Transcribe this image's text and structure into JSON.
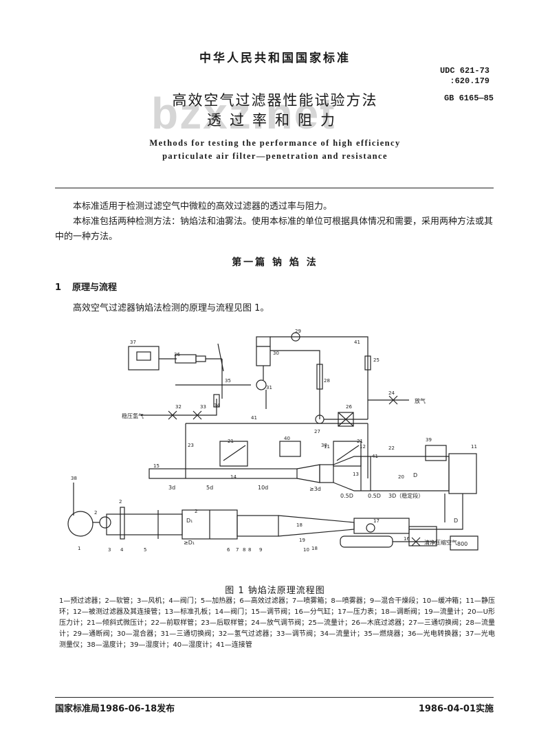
{
  "header": {
    "standard": "中华人民共和国国家标准",
    "udc_line1": "UDC 621-73",
    "udc_line2": ":620.179",
    "gb_number": "GB 6165—85",
    "title_line1": "高效空气过滤器性能试验方法",
    "title_line2": "透过率和阻力",
    "english_line1": "Methods for testing the performance of high efficiency",
    "english_line2": "particulate air filter—penetration and resistance",
    "watermark": "bzxz.net"
  },
  "intro": {
    "p1": "本标准适用于检测过滤空气中微粒的高效过滤器的透过率与阻力。",
    "p2": "本标准包括两种检测方法：钠焰法和油雾法。使用本标准的单位可根据具体情况和需要，采用两种方法或其中的一种方法。"
  },
  "part_title": "第一篇  钠 焰 法",
  "section1": {
    "num": "1",
    "title": "原理与流程",
    "text": "高效空气过滤器钠焰法检测的原理与流程见图 1。"
  },
  "figure": {
    "labels": {
      "hydrogen": "稳压氢气",
      "exhaust": "放气",
      "clean_air": "清净压缩空气",
      "dim_800": "800",
      "d3": "3d",
      "d5": "5d",
      "d10": "10d",
      "d3b": "≥3d",
      "D05a": "0.5D",
      "D05b": "0.5D",
      "D3": "3D（稳定段）",
      "D_a": "D",
      "D_b": "D",
      "D1": "D₁",
      "D1b": "≥D₁"
    },
    "numbers": [
      "1",
      "2",
      "2",
      "2",
      "3",
      "4",
      "5",
      "6",
      "7",
      "8",
      "8",
      "9",
      "10",
      "11",
      "11",
      "12",
      "13",
      "14",
      "15",
      "16",
      "17",
      "18",
      "18",
      "19",
      "20",
      "21",
      "21",
      "22",
      "23",
      "24",
      "25",
      "26",
      "27",
      "28",
      "29",
      "30",
      "31",
      "32",
      "33",
      "34",
      "35",
      "36",
      "37",
      "38",
      "38",
      "39",
      "40",
      "41",
      "41",
      "41"
    ]
  },
  "caption": "图 1   钠焰法原理流程图",
  "legend": "1—预过滤器；2—软管；3—风机；4—阀门；5—加热器；6—高效过滤器；7—喷雾箱；8—喷雾器；9—混合干燥段；10—缓冲箱；11—静压环；12—被测过滤器及其连接管；13—标准孔板；14—阀门；15—调节阀；16—分气缸；17—压力表；18—调断阀；19—流量计；20—U形压力计；21—倾斜式微压计；22—前取样管；23—后取样管；24—放气调节阀；25—流量计；26—木底过滤器；27—三通切换阀；28—流量计；29—通断阀；30—混合器；31—三通切换阀；32—氢气过滤器；33—调节阀；34—流量计；35—燃烧器；36—光电转换器；37—光电测量仪；38—温度计；39—湿度计；40—湿度计；41—连接管",
  "footer": {
    "issued": "国家标准局1986-06-18发布",
    "effective": "1986-04-01实施"
  }
}
